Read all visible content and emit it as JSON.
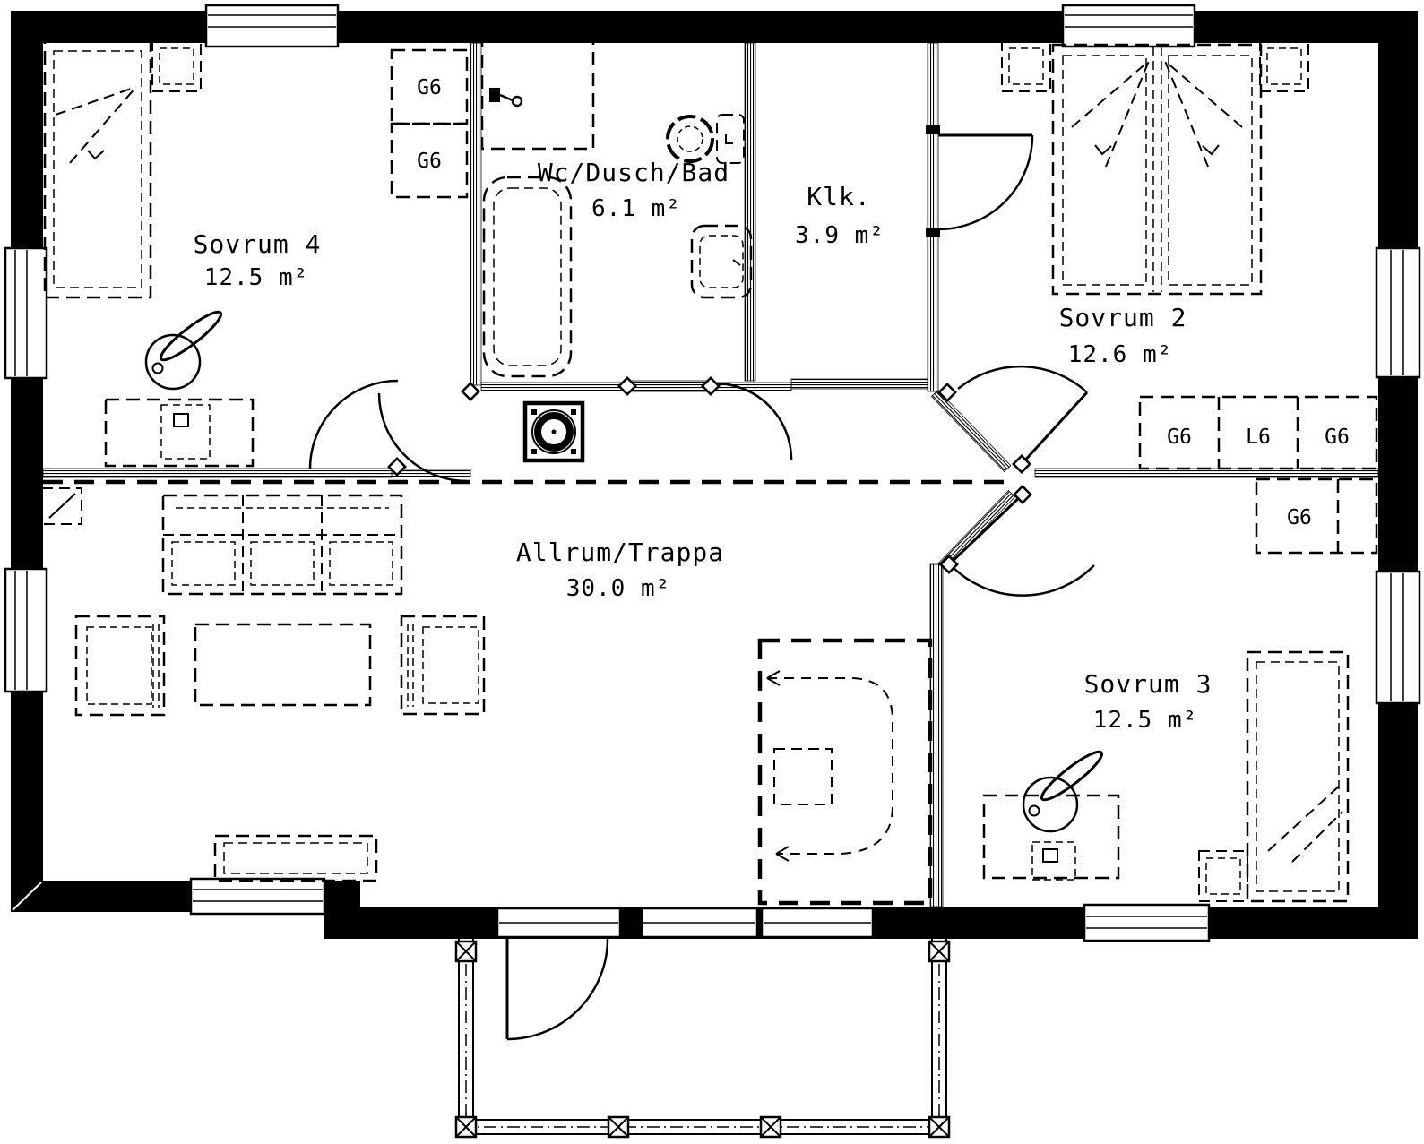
{
  "plan": {
    "rooms": [
      {
        "id": "sovrum4",
        "name": "Sovrum 4",
        "area": "12.5 m²"
      },
      {
        "id": "wc",
        "name": "Wc/Dusch/Bad",
        "area": "6.1 m²"
      },
      {
        "id": "klk",
        "name": "Klk.",
        "area": "3.9 m²"
      },
      {
        "id": "sovrum2",
        "name": "Sovrum 2",
        "area": "12.6 m²"
      },
      {
        "id": "allrum",
        "name": "Allrum/Trappa",
        "area": "30.0 m²"
      },
      {
        "id": "sovrum3",
        "name": "Sovrum 3",
        "area": "12.5 m²"
      }
    ],
    "closet_labels": {
      "sovrum4_top": "G6",
      "sovrum4_bottom": "G6",
      "sovrum2_left": "G6",
      "sovrum2_mid": "L6",
      "sovrum2_right": "G6",
      "sovrum3": "G6"
    },
    "colors": {
      "wall": "#000000",
      "background": "#ffffff",
      "lines": "#000000"
    }
  }
}
